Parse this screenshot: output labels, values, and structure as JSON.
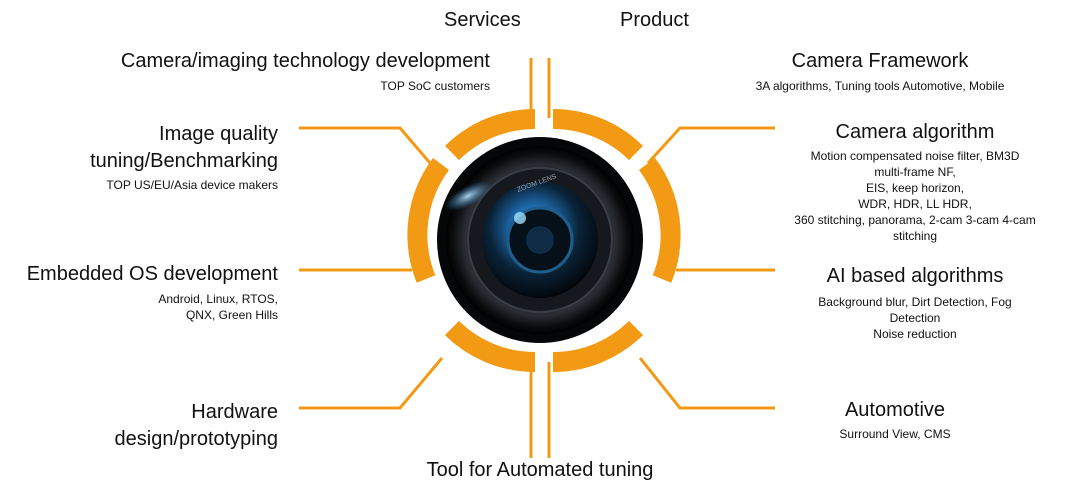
{
  "top": {
    "services": "Services",
    "product": "Product"
  },
  "bottom": {
    "tool": "Tool for Automated tuning"
  },
  "left_items": [
    {
      "title": "Camera/imaging technology development",
      "subtitle": "TOP SoC customers"
    },
    {
      "title": "Image quality tuning/Benchmarking",
      "title_lines": [
        "Image quality",
        "tuning/Benchmarking"
      ],
      "subtitle": "TOP US/EU/Asia device makers"
    },
    {
      "title": "Embedded OS development",
      "subtitle_lines": [
        "Android, Linux, RTOS,",
        "QNX, Green Hills"
      ]
    },
    {
      "title_lines": [
        "Hardware",
        "design/prototyping"
      ]
    }
  ],
  "right_items": [
    {
      "title": "Camera Framework",
      "subtitle": "3A algorithms, Tuning tools Automotive, Mobile"
    },
    {
      "title": "Camera algorithm",
      "subtitle_lines": [
        "Motion compensated noise filter, BM3D",
        "multi-frame NF,",
        "EIS, keep horizon,",
        "WDR, HDR, LL HDR,",
        "360 stitching, panorama, 2-cam 3-cam 4-cam",
        "stitching"
      ]
    },
    {
      "title": "AI based algorithms",
      "subtitle_lines": [
        "Background blur, Dirt Detection, Fog",
        "Detection",
        "Noise reduction"
      ]
    },
    {
      "title": "Automotive",
      "subtitle": "Surround View, CMS"
    }
  ],
  "lens": {
    "text": "ZOOM LENS"
  },
  "colors": {
    "accent": "#f29a14",
    "lens_dark": "#0b0d12",
    "lens_blue": "#2f8fd6"
  }
}
